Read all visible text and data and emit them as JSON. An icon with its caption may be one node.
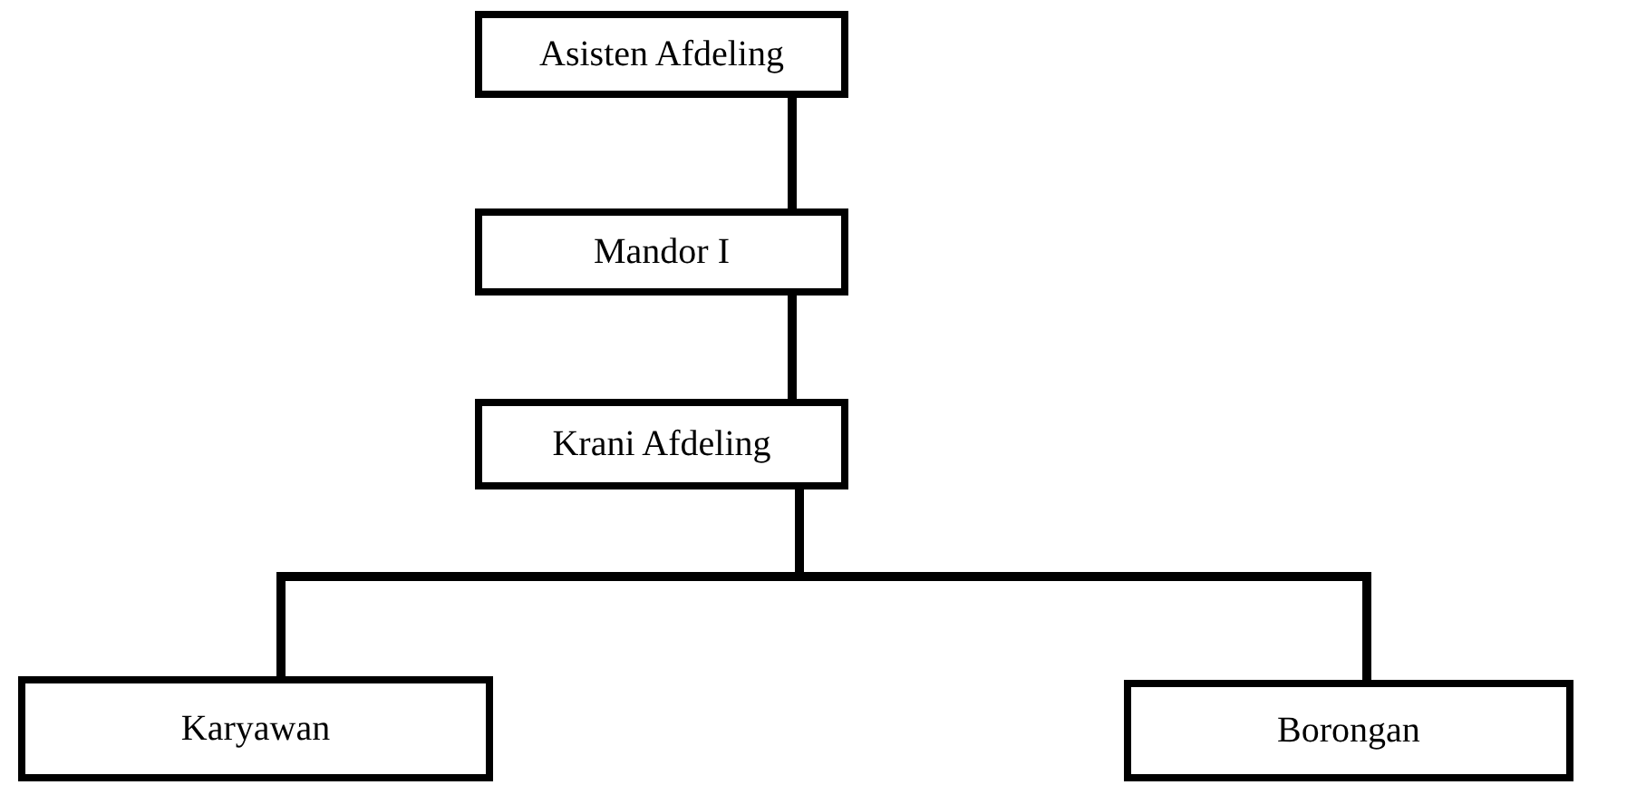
{
  "diagram": {
    "nodes": [
      {
        "text": [
          "Asisten Afdeling"
        ]
      },
      {
        "text": [
          "Mandor I"
        ]
      },
      {
        "text": [
          "Krani Afdeling"
        ]
      },
      {
        "text": [
          "Karyawan"
        ]
      },
      {
        "text": [
          "Borongan"
        ]
      }
    ],
    "edges": [
      {
        "from": 0,
        "to": 1,
        "arrow": "none"
      },
      {
        "from": 1,
        "to": 2,
        "arrow": "none"
      },
      {
        "from": 2,
        "to": 3,
        "arrow": "none"
      },
      {
        "from": 2,
        "to": 4,
        "arrow": "none"
      }
    ]
  }
}
